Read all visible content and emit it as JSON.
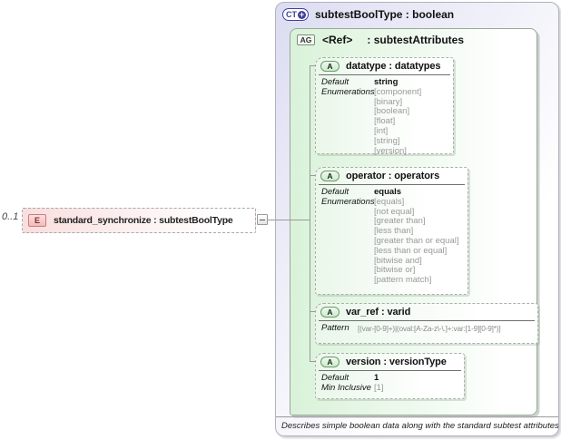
{
  "diagram": {
    "multiplicity": "0..1",
    "element": {
      "badge": "E",
      "label": "standard_synchronize : subtestBoolType"
    },
    "collapse_toggle": "collapsed-minus",
    "complex_type": {
      "badge": "CT",
      "plus_icon": "+",
      "title": "subtestBoolType : boolean",
      "annotation": "Describes simple boolean data along with the standard subtest attributes.",
      "attribute_group": {
        "badge": "AG",
        "ref_label": "<Ref>",
        "name_display": ": subtestAttributes",
        "attributes": [
          {
            "id": "datatype",
            "badge": "A",
            "label": "datatype : datatypes",
            "facets": [
              {
                "label": "Default",
                "emphasis": "strong",
                "values": [
                  "string"
                ]
              },
              {
                "label": "Enumerations",
                "emphasis": "muted",
                "values": [
                  "[component]",
                  "[binary]",
                  "[boolean]",
                  "[float]",
                  "[int]",
                  "[string]",
                  "[version]"
                ]
              }
            ]
          },
          {
            "id": "operator",
            "badge": "A",
            "label": "operator : operators",
            "facets": [
              {
                "label": "Default",
                "emphasis": "strong",
                "values": [
                  "equals"
                ]
              },
              {
                "label": "Enumerations",
                "emphasis": "muted",
                "values": [
                  "[equals]",
                  "[not equal]",
                  "[greater than]",
                  "[less than]",
                  "[greater than or equal]",
                  "[less than or equal]",
                  "[bitwise and]",
                  "[bitwise or]",
                  "[pattern match]"
                ]
              }
            ]
          },
          {
            "id": "var_ref",
            "badge": "A",
            "label": "var_ref : varid",
            "facets": [
              {
                "label": "Pattern",
                "emphasis": "muted",
                "values": [
                  "[(var-[0-9]+)|(oval:[A-Za-z\\-\\.]+:var:[1-9][0-9]*)]"
                ]
              }
            ]
          },
          {
            "id": "version",
            "badge": "A",
            "label": "version : versionType",
            "facets": [
              {
                "label": "Default",
                "emphasis": "strong",
                "values": [
                  "1"
                ]
              },
              {
                "label": "Min Inclusive",
                "emphasis": "muted",
                "values": [
                  "[1]"
                ]
              }
            ]
          }
        ]
      }
    }
  },
  "colors": {
    "panel_lavender": "#dcdcf2",
    "panel_border": "#b2b2bd",
    "group_green": "#d9f2d9",
    "group_border": "#9aa89a",
    "attr_green": "#eaf7ea",
    "badge_navy": "#40409a",
    "attr_badge_fill": "#cdeccd",
    "attr_badge_border": "#6a9a6a",
    "element_pink": "#f9dede",
    "element_badge_fill": "#f3baba",
    "element_badge_border": "#c97d7d",
    "muted_text": "#999999",
    "connector_line": "#999999"
  }
}
